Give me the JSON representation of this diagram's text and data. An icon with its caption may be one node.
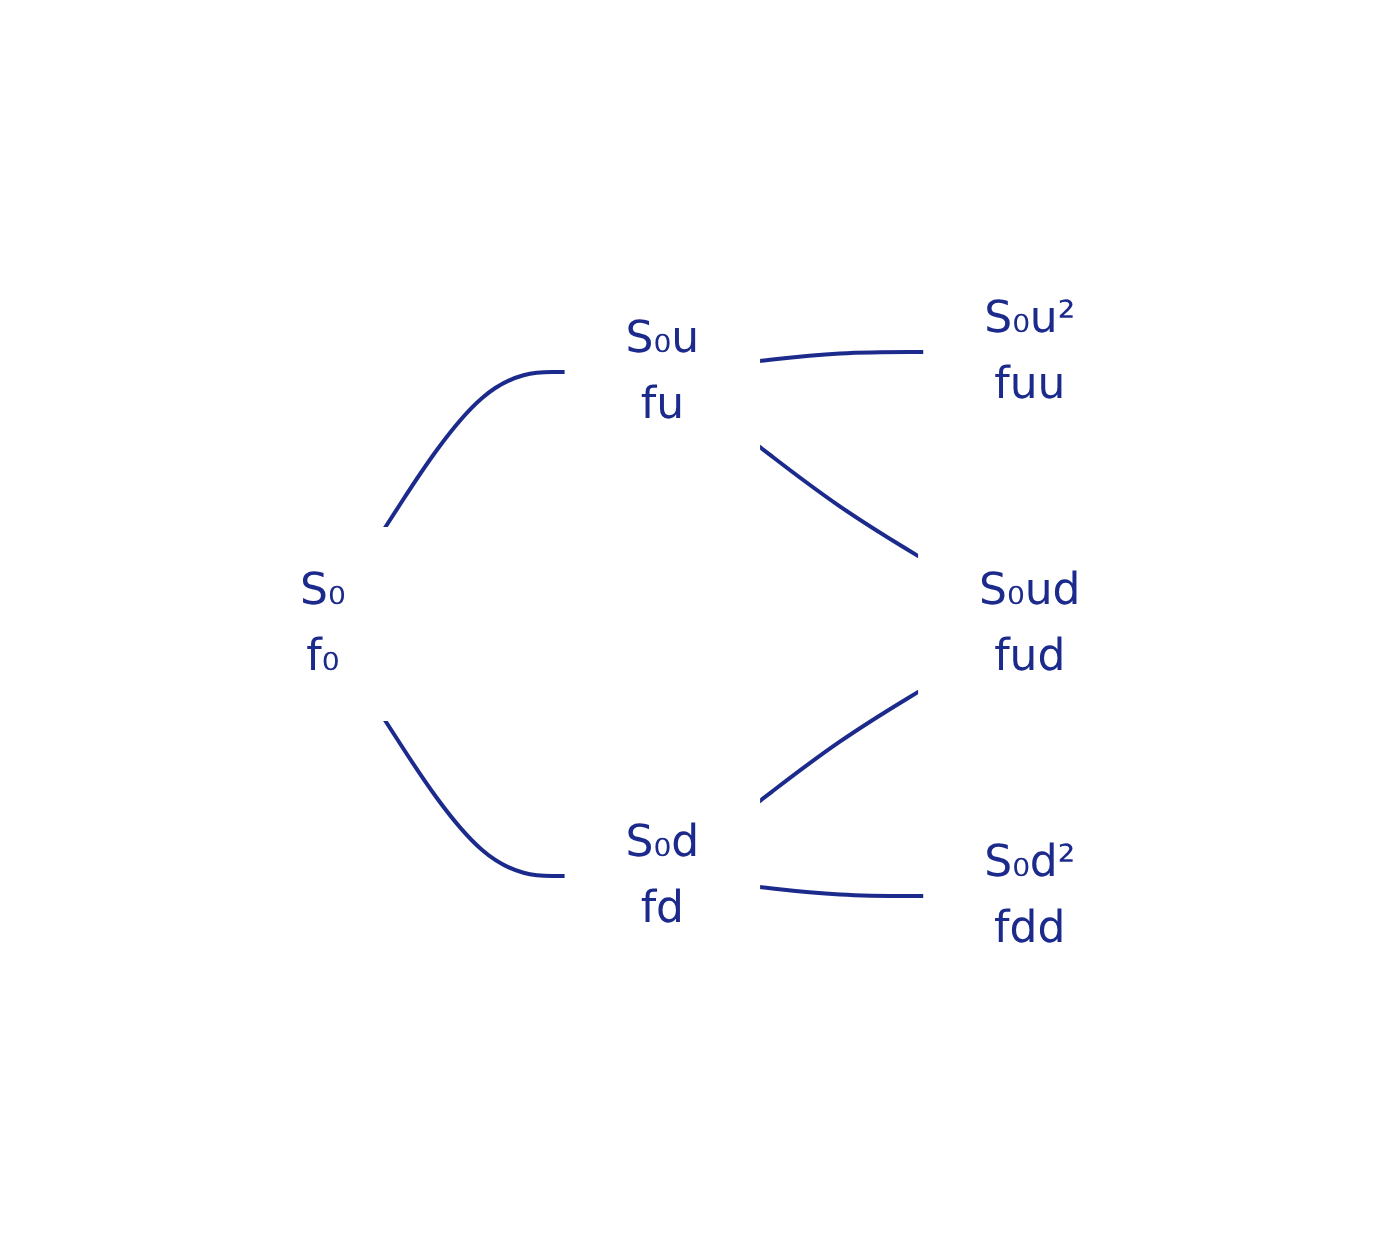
{
  "diagram": {
    "nodes": [
      {
        "text": [
          "S₀",
          "f₀"
        ]
      },
      {
        "text": [
          "S₀u",
          "fu"
        ]
      },
      {
        "text": [
          "S₀d",
          "fd"
        ]
      },
      {
        "text": [
          "S₀u²",
          "fuu"
        ]
      },
      {
        "text": [
          "S₀ud",
          "fud"
        ]
      },
      {
        "text": [
          "S₀d²",
          "fdd"
        ]
      }
    ],
    "edges": [
      {
        "from": 0,
        "to": 1,
        "arrow": "none"
      },
      {
        "from": 0,
        "to": 2,
        "arrow": "none"
      },
      {
        "from": 1,
        "to": 3,
        "arrow": "none"
      },
      {
        "from": 1,
        "to": 4,
        "arrow": "none"
      },
      {
        "from": 2,
        "to": 4,
        "arrow": "none"
      },
      {
        "from": 2,
        "to": 5,
        "arrow": "none"
      }
    ]
  }
}
